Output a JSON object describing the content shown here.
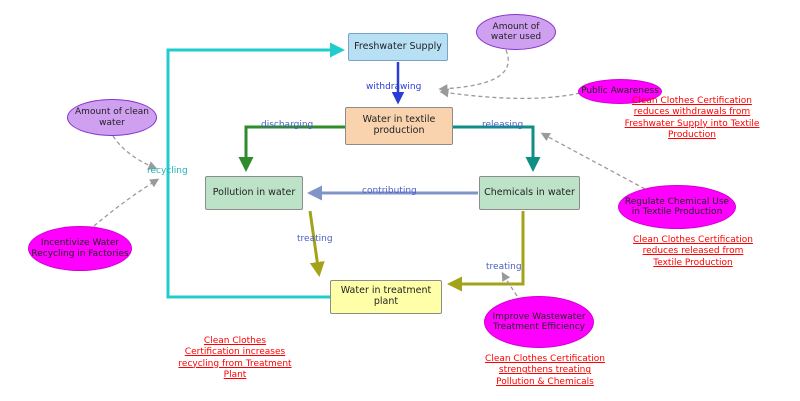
{
  "nodes": {
    "freshwater_supply": "Freshwater Supply",
    "textile_production": "Water in textile production",
    "pollution_in_water": "Pollution in water",
    "chemicals_in_water": "Chemicals in water",
    "treatment_plant": "Water in treatment plant",
    "amount_water_used": "Amount of water used",
    "public_awareness": "Public Awareness",
    "amount_clean_water": "Amount of clean water",
    "incentivize_recycling": "Incentivize Water Recycling in Factories",
    "regulate_chemicals": "Regulate Chemical Use in Textile Production",
    "improve_treatment": "Improve Wastewater Treatment Efficiency"
  },
  "edge_labels": {
    "withdrawing": "withdrawing",
    "discharging": "discharging",
    "releasing": "releasing",
    "contributing": "contributing",
    "treating_pollution": "treating",
    "treating_chemicals": "treating",
    "recycling": "recycling"
  },
  "annotations": {
    "withdrawals": "Clean Clothes Certification reduces withdrawals from Freshwater Supply into Textile Production",
    "released": "Clean Clothes Certification reduces released from Textile Production",
    "recycling": "Clean Clothes Certification increases recycling from Treatment Plant",
    "treating": "Clean Clothes Certification strengthens treating Pollution & Chemicals"
  },
  "colors": {
    "box_blue": "#b8e0f5",
    "box_peach": "#f9d3ae",
    "box_green": "#bce3c8",
    "box_yellow": "#ffffa8",
    "ellipse_plum": "#cf9ff0",
    "ellipse_magenta": "#ff00ff",
    "annotation_red": "#ff0000",
    "edge_blue": "#2b3bd6",
    "edge_green": "#2e8b2e",
    "edge_teal": "#0e8f86",
    "edge_slate": "#8094c8",
    "edge_olive": "#a3a31a",
    "edge_cyan": "#22cccc",
    "connector_gray": "#9a9a9a"
  }
}
